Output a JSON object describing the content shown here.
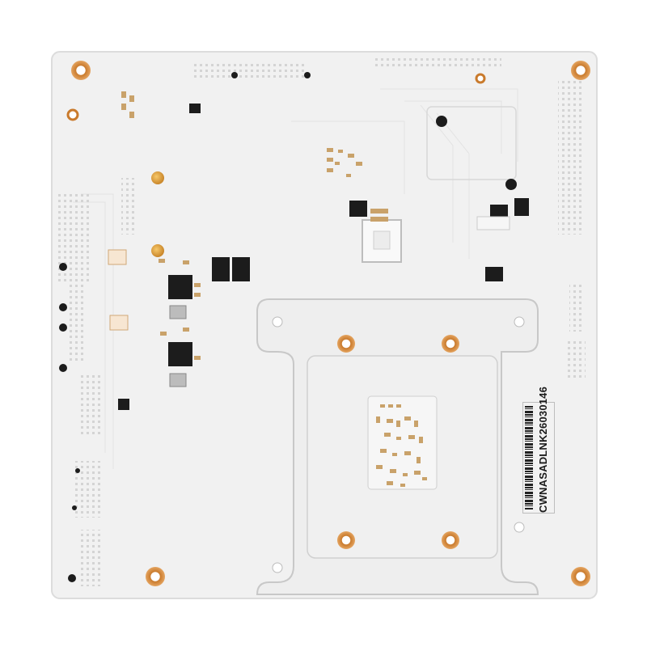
{
  "board": {
    "serial_number": "CWNASADLNK26030146",
    "colors": {
      "pcb": "#f1f1f1",
      "pcb_edge": "#dcdcdc",
      "silkscreen_line": "#d6d6d6",
      "chip": "#1c1c1c",
      "copper_pad": "#d08a3a",
      "gold_via": "#e3a53a",
      "smd_component": "#c9a26a",
      "label_bg": "#f2f2f2"
    },
    "parts": {
      "mounting_holes": "copper-ring-mounting-hole",
      "backplate_mount": "cpu-cooler-backplate",
      "chips": "surface-mount-ic",
      "pads": "gold-test-pad"
    }
  }
}
